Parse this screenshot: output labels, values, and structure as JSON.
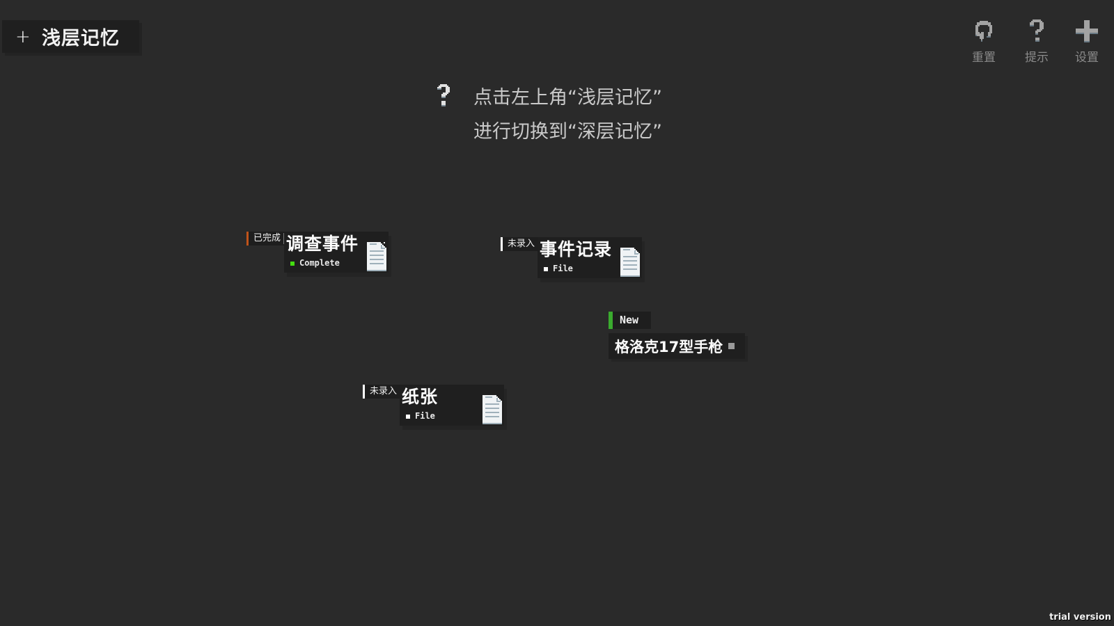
{
  "mode_toggle": {
    "icon": "plus-icon",
    "label": "浅层记忆"
  },
  "toolbar": {
    "items": [
      {
        "id": "reset",
        "icon": "reset-icon",
        "label": "重置"
      },
      {
        "id": "hint",
        "icon": "question-icon",
        "label": "提示"
      },
      {
        "id": "settings",
        "icon": "cross-plus-icon",
        "label": "设置"
      }
    ]
  },
  "hint": {
    "icon": "question-icon",
    "line1": "点击左上角“浅层记忆”",
    "line2": "进行切换到“深层记忆”"
  },
  "cards": [
    {
      "tag": "已完成",
      "tag_color": "#c0531a",
      "title": "调查事件",
      "status": "Complete",
      "status_color": "#44dd11",
      "icon": "document-icon"
    },
    {
      "tag": "未录入",
      "tag_color": "#ffffff",
      "title": "事件记录",
      "status": "File",
      "status_color": "#ffffff",
      "icon": "document-icon"
    },
    {
      "tag": "未录入",
      "tag_color": "#ffffff",
      "title": "纸张",
      "status": "File",
      "status_color": "#ffffff",
      "icon": "document-icon"
    }
  ],
  "new_item": {
    "badge": "New",
    "badge_color": "#3aab2e",
    "title": "格洛克17型手枪"
  },
  "footer": {
    "watermark": "trial version"
  }
}
